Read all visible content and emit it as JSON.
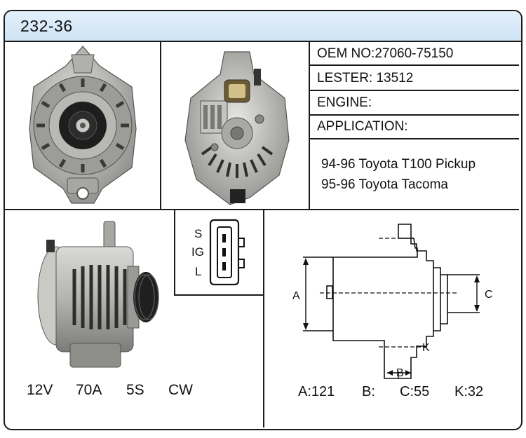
{
  "part_number": "232-36",
  "specs": {
    "oem_label": "OEM NO:",
    "oem_value": "27060-75150",
    "lester_label": "LESTER:",
    "lester_value": "13512",
    "engine_label": "ENGINE:",
    "engine_value": "",
    "application_label": "APPLICATION:"
  },
  "applications": [
    "94-96 Toyota T100 Pickup",
    "95-96 Toyota Tacoma"
  ],
  "electrical": [
    "12V",
    "70A",
    "5S",
    "CW"
  ],
  "connector": {
    "labels": [
      "S",
      "IG",
      "L"
    ]
  },
  "diagram": {
    "label_a": "A",
    "label_b": "B",
    "label_c": "C",
    "label_k": "K"
  },
  "dimensions": [
    {
      "label": "A:",
      "value": "121"
    },
    {
      "label": "B:",
      "value": ""
    },
    {
      "label": "C:",
      "value": "55"
    },
    {
      "label": "K:",
      "value": "32"
    }
  ],
  "colors": {
    "header_bg": "#d6e8f7",
    "border": "#1a1a1a"
  }
}
